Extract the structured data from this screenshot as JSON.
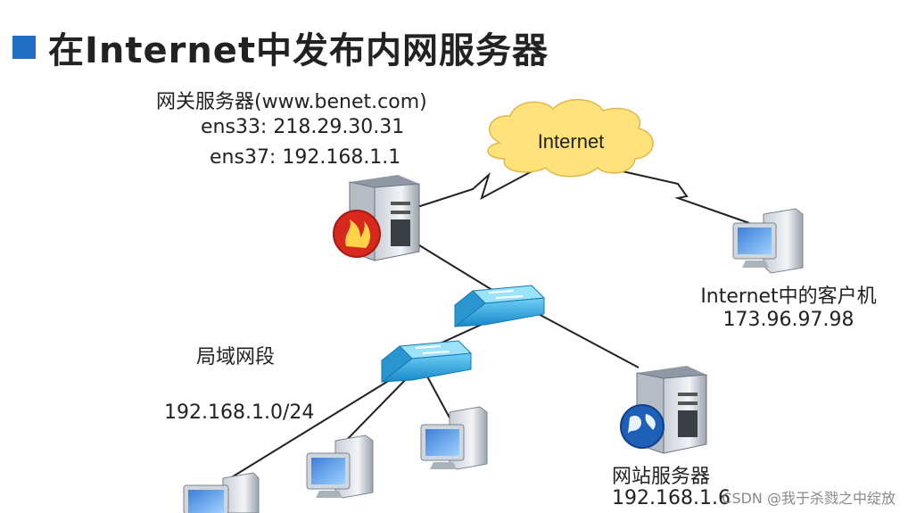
{
  "title": "在Internet中发布内网服务器",
  "gateway": {
    "name": "网关服务器(www.benet.com)",
    "ens33": "ens33: 218.29.30.31",
    "ens37": "ens37: 192.168.1.1"
  },
  "internet": {
    "label": "Internet"
  },
  "client": {
    "name": "Internet中的客户机",
    "ip": "173.96.97.98"
  },
  "lan": {
    "name": "局域网段",
    "subnet": "192.168.1.0/24"
  },
  "web_server": {
    "name": "网站服务器",
    "ip": "192.168.1.6"
  },
  "watermark": "CSDN @我于杀戮之中绽放",
  "colors": {
    "accent": "#1f6fc4",
    "cloud": "#ffe27a",
    "switch": "#2aa7e0"
  }
}
